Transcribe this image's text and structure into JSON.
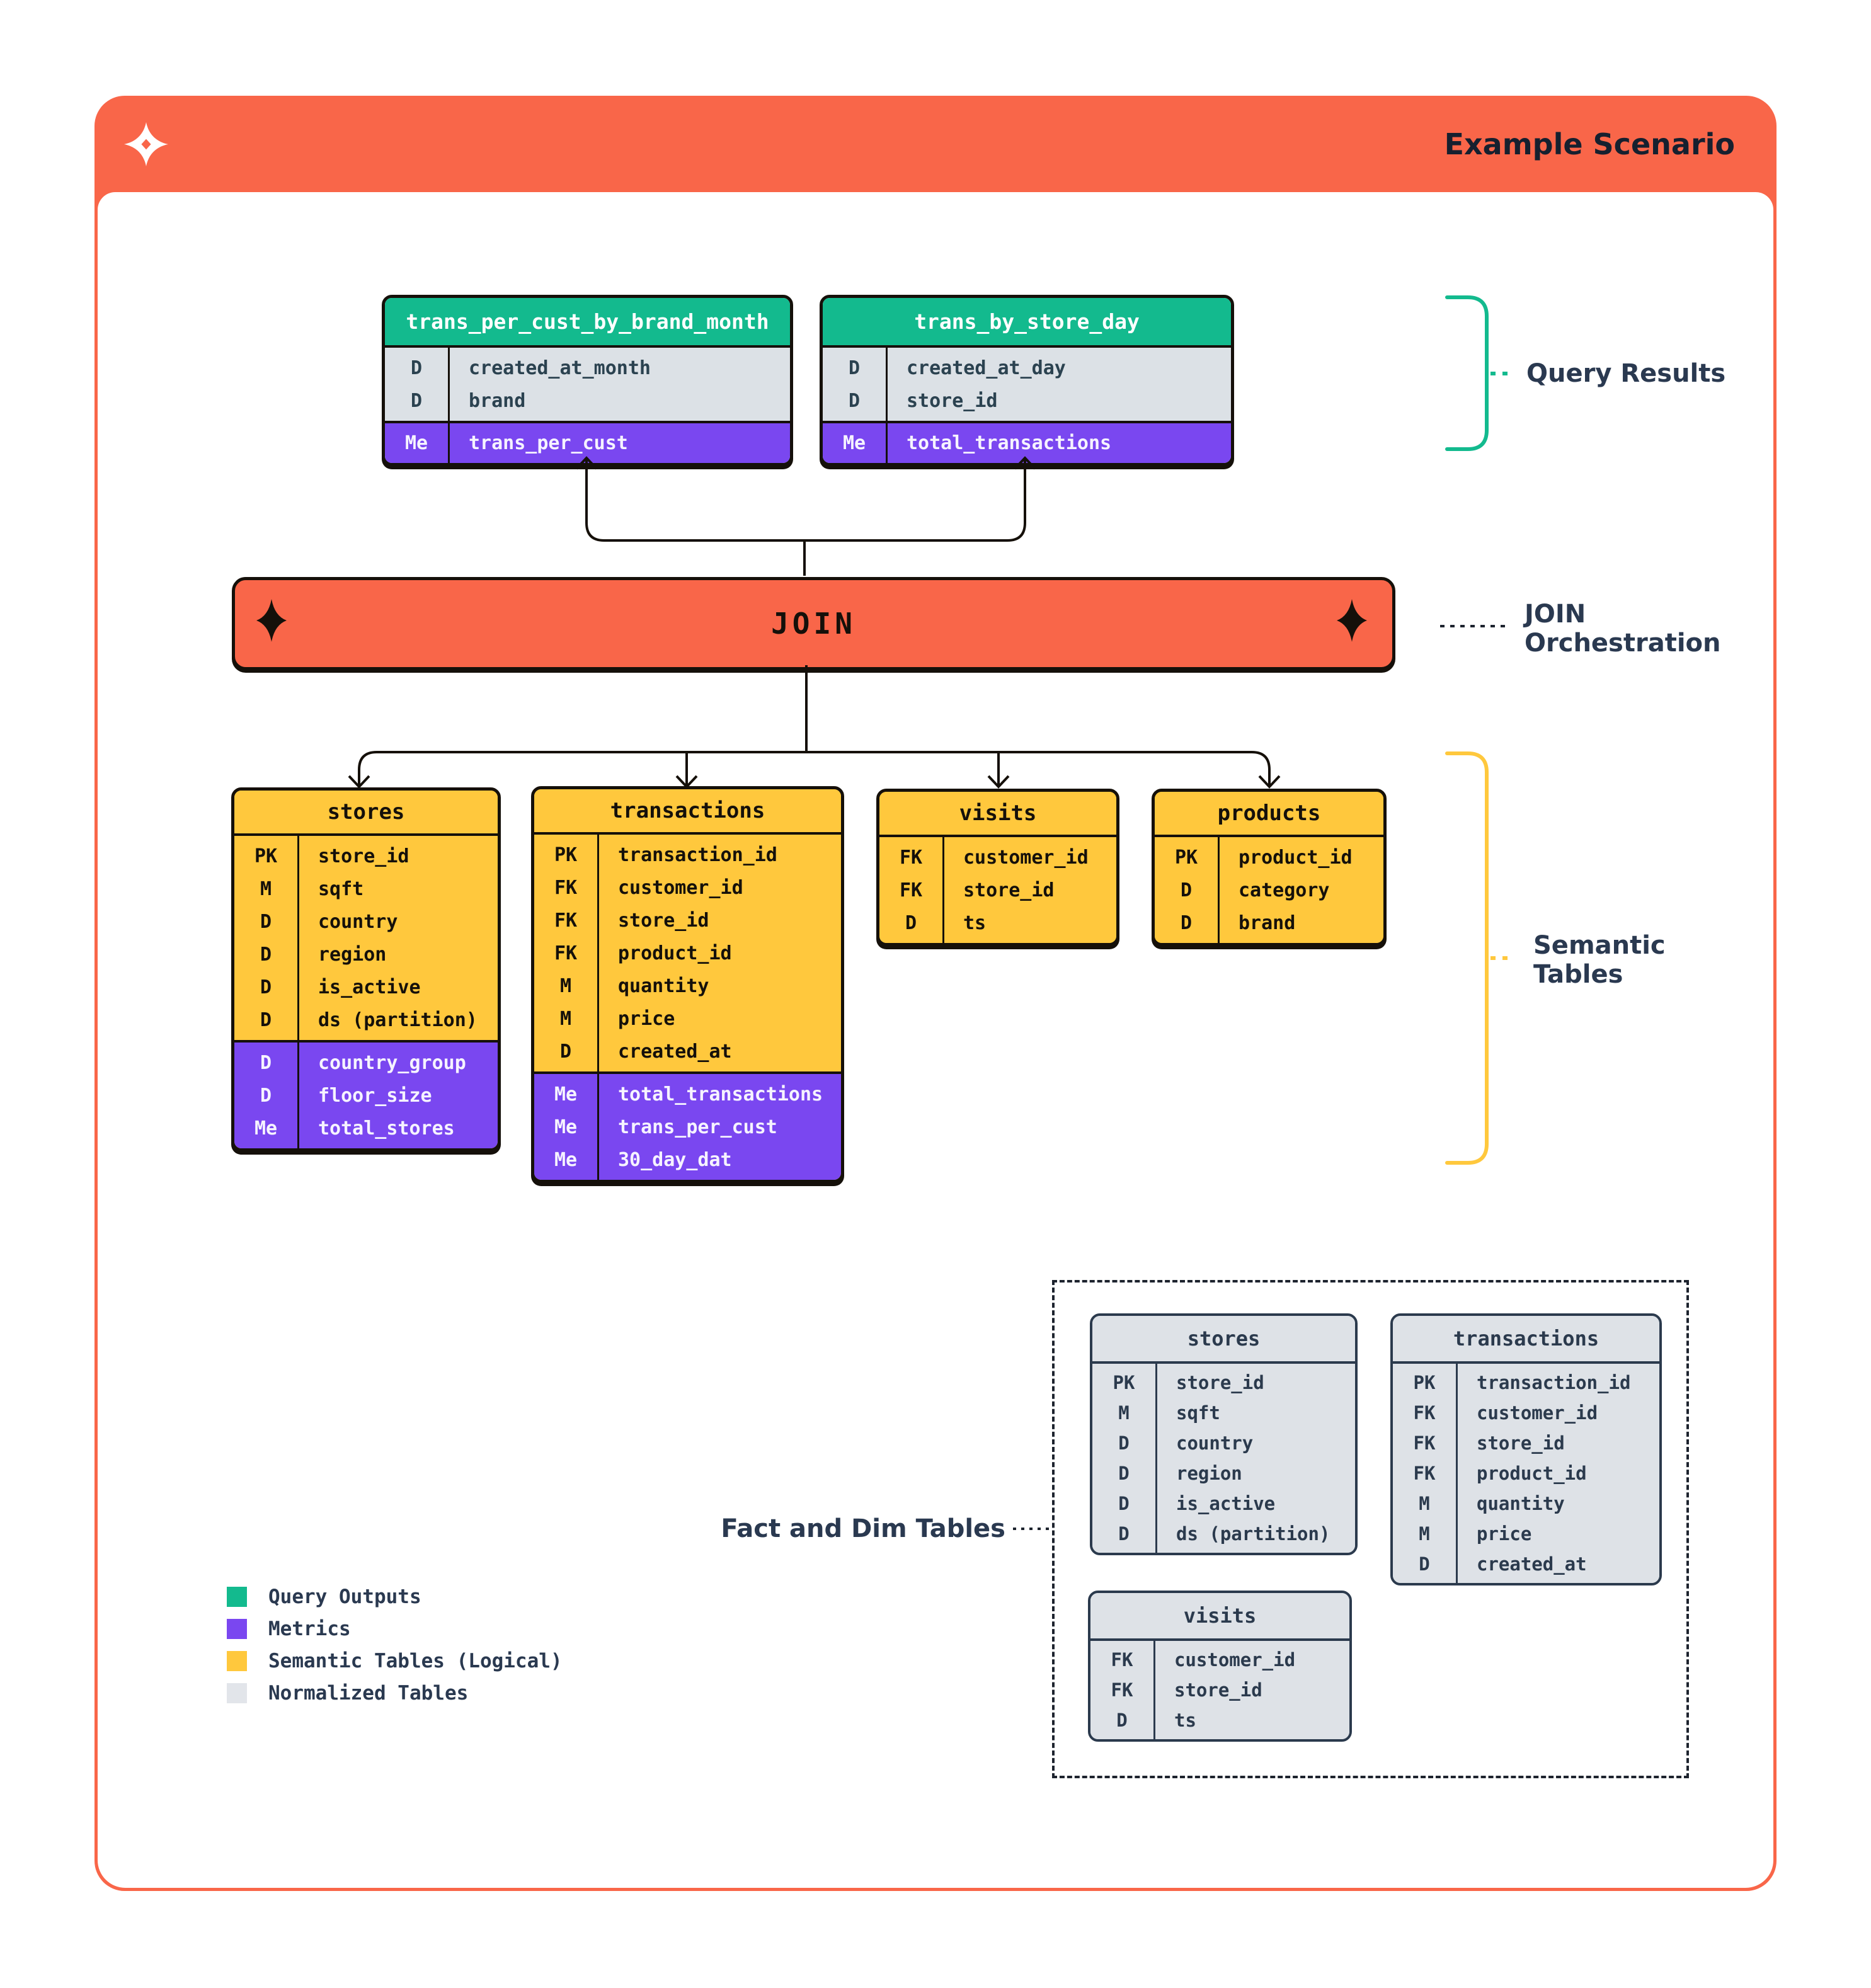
{
  "header": {
    "title": "Example Scenario",
    "logo": "dagster-star-icon"
  },
  "colors": {
    "orange": "#F96649",
    "green": "#13BA8E",
    "purple": "#7A47F0",
    "yellow": "#FFC83D",
    "normalized_gray": "#DEE2E7",
    "navy": "#2B3A4D"
  },
  "query_results": {
    "label": "Query Results",
    "tables": [
      {
        "name": "trans_per_cust_by_brand_month",
        "cols": [
          [
            "D",
            "created_at_month"
          ],
          [
            "D",
            "brand"
          ]
        ],
        "metrics": [
          [
            "Me",
            "trans_per_cust"
          ]
        ]
      },
      {
        "name": "trans_by_store_day",
        "cols": [
          [
            "D",
            "created_at_day"
          ],
          [
            "D",
            "store_id"
          ]
        ],
        "metrics": [
          [
            "Me",
            "total_transactions"
          ]
        ]
      }
    ]
  },
  "join": {
    "label": "JOIN",
    "side_label_lines": [
      "JOIN",
      "Orchestration"
    ]
  },
  "semantic": {
    "side_label_lines": [
      "Semantic",
      "Tables"
    ],
    "tables": [
      {
        "name": "stores",
        "cols": [
          [
            "PK",
            "store_id"
          ],
          [
            "M",
            "sqft"
          ],
          [
            "D",
            "country"
          ],
          [
            "D",
            "region"
          ],
          [
            "D",
            "is_active"
          ],
          [
            "D",
            "ds (partition)"
          ]
        ],
        "metrics": [
          [
            "D",
            "country_group"
          ],
          [
            "D",
            "floor_size"
          ],
          [
            "Me",
            "total_stores"
          ]
        ]
      },
      {
        "name": "transactions",
        "cols": [
          [
            "PK",
            "transaction_id"
          ],
          [
            "FK",
            "customer_id"
          ],
          [
            "FK",
            "store_id"
          ],
          [
            "FK",
            "product_id"
          ],
          [
            "M",
            "quantity"
          ],
          [
            "M",
            "price"
          ],
          [
            "D",
            "created_at"
          ]
        ],
        "metrics": [
          [
            "Me",
            "total_transactions"
          ],
          [
            "Me",
            "trans_per_cust"
          ],
          [
            "Me",
            "30_day_dat"
          ]
        ]
      },
      {
        "name": "visits",
        "cols": [
          [
            "FK",
            "customer_id"
          ],
          [
            "FK",
            "store_id"
          ],
          [
            "D",
            "ts"
          ]
        ],
        "metrics": []
      },
      {
        "name": "products",
        "cols": [
          [
            "PK",
            "product_id"
          ],
          [
            "D",
            "category"
          ],
          [
            "D",
            "brand"
          ]
        ],
        "metrics": []
      }
    ]
  },
  "fact_dim": {
    "label": "Fact and Dim Tables",
    "tables": [
      {
        "name": "stores",
        "cols": [
          [
            "PK",
            "store_id"
          ],
          [
            "M",
            "sqft"
          ],
          [
            "D",
            "country"
          ],
          [
            "D",
            "region"
          ],
          [
            "D",
            "is_active"
          ],
          [
            "D",
            "ds (partition)"
          ]
        ],
        "metrics": []
      },
      {
        "name": "transactions",
        "cols": [
          [
            "PK",
            "transaction_id"
          ],
          [
            "FK",
            "customer_id"
          ],
          [
            "FK",
            "store_id"
          ],
          [
            "FK",
            "product_id"
          ],
          [
            "M",
            "quantity"
          ],
          [
            "M",
            "price"
          ],
          [
            "D",
            "created_at"
          ]
        ],
        "metrics": []
      },
      {
        "name": "visits",
        "cols": [
          [
            "FK",
            "customer_id"
          ],
          [
            "FK",
            "store_id"
          ],
          [
            "D",
            "ts"
          ]
        ],
        "metrics": []
      }
    ]
  },
  "legend": {
    "items": [
      {
        "label": "Query Outputs",
        "color": "#13BA8E"
      },
      {
        "label": "Metrics",
        "color": "#7A47F0"
      },
      {
        "label": "Semantic Tables (Logical)",
        "color": "#FFC83D"
      },
      {
        "label": "Normalized Tables",
        "color": "#E2E5EA"
      }
    ]
  }
}
